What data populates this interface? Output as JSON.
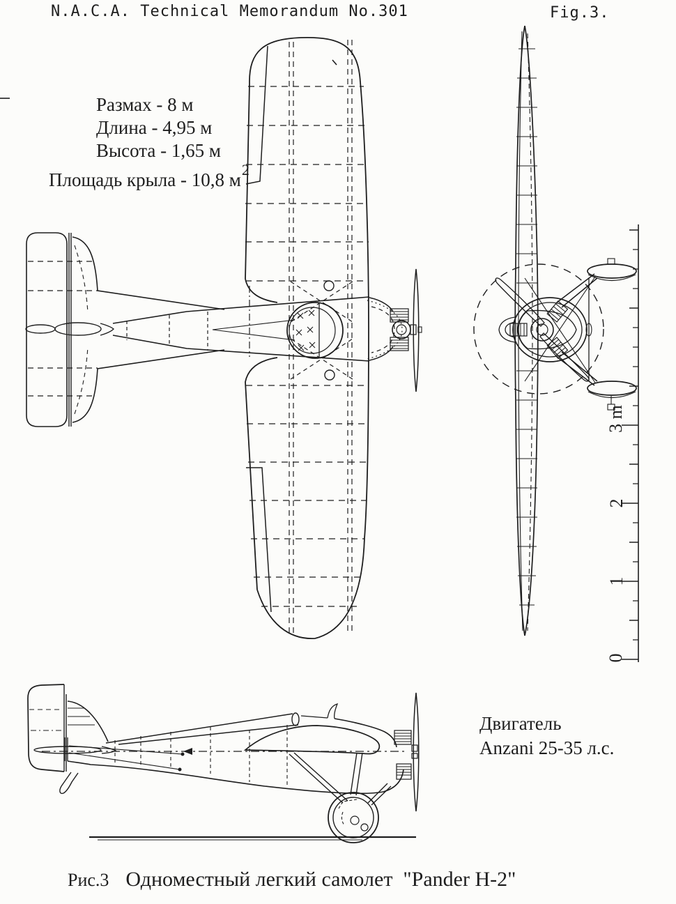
{
  "page": {
    "paper_color": "#fcfcfa",
    "ink_color": "#1e1e1e"
  },
  "header": {
    "title": "N.A.C.A. Technical Memorandum No.301",
    "figure_label": "Fig.3."
  },
  "specs": {
    "span": "Размах - 8 м",
    "length": "Длина - 4,95 м",
    "height": "Высота - 1,65 м",
    "wing_area_prefix": "Площадь крыла - 10,8 м",
    "wing_area_exponent": "2"
  },
  "engine": {
    "line1": "Двигатель",
    "line2": "Anzani 25-35 л.с."
  },
  "scale": {
    "labels": [
      {
        "value": "3 m"
      },
      {
        "value": "2"
      },
      {
        "value": "1"
      },
      {
        "value": "0"
      }
    ]
  },
  "caption": {
    "figure_ref": "Рис.3",
    "text": "Одноместный легкий самолет  \"Pander H-2\""
  }
}
